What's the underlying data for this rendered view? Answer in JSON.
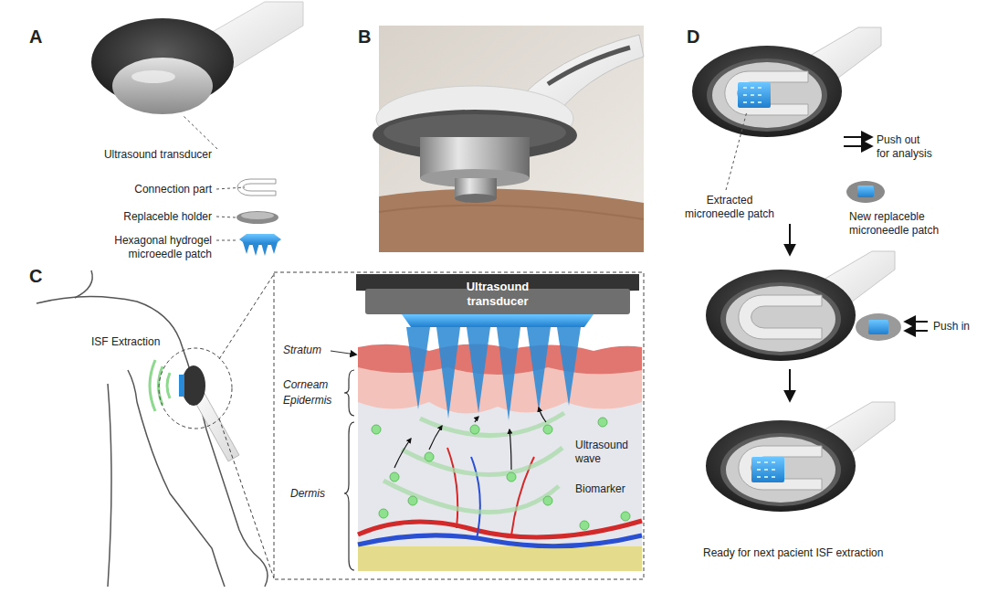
{
  "diagram": {
    "labels": [
      "A",
      "B",
      "C",
      "D",
      "Ultrasound transducer",
      "Connection part",
      "Replaceble holder",
      "Hexagonal hydrogel microeedle patch",
      "ISF Extraction",
      "Ultrasound transducer",
      "Stratum",
      "Corneam",
      "Epidermis",
      "Dermis",
      "Ultrasound wave",
      "Biomarker",
      "Extracted microneedle patch",
      "Push out for analysis",
      "New replaceble microneedle patch",
      "Push in",
      "Ready for next pacient ISF extraction"
    ]
  }
}
